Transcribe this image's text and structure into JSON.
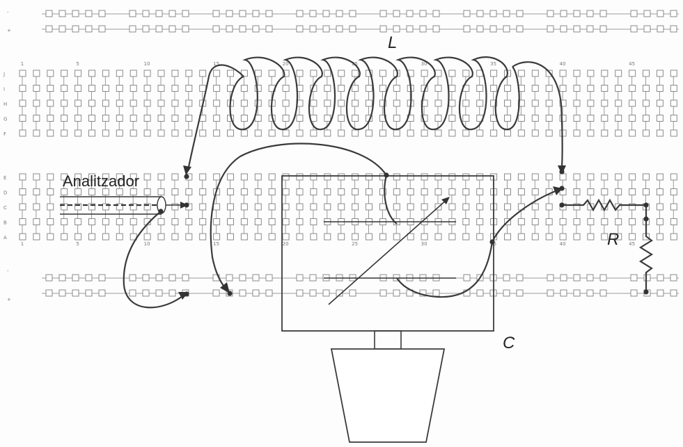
{
  "labels": {
    "inductor": "L",
    "analyzer": "Analitzador",
    "resistor": "R",
    "capacitor": "C"
  },
  "breadboard": {
    "rail_signs": [
      "-",
      "+",
      "-",
      "+"
    ],
    "rows_top": [
      "J",
      "I",
      "H",
      "G",
      "F"
    ],
    "rows_bottom": [
      "E",
      "D",
      "C",
      "B",
      "A"
    ],
    "column_numbers_top": [
      "1",
      "5",
      "10",
      "15",
      "20",
      "25",
      "30",
      "35",
      "40",
      "45"
    ],
    "column_numbers_bottom": [
      "1",
      "5",
      "10",
      "15",
      "20",
      "25",
      "30",
      "35",
      "40",
      "45"
    ]
  },
  "colors": {
    "ink": "#333333",
    "holes": "#8a8a8a",
    "background": "#fdfdfd"
  }
}
